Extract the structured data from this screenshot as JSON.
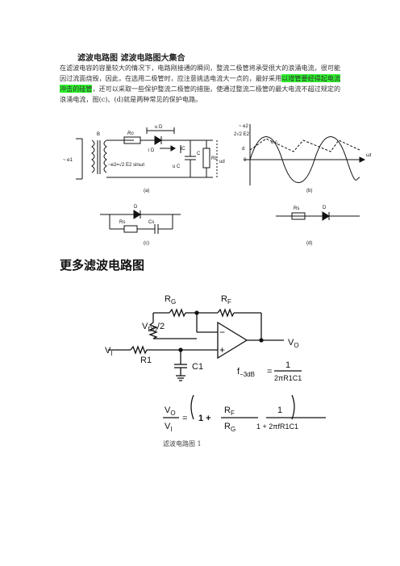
{
  "doc": {
    "heading1": "滤波电路图 滤波电路图大集合",
    "para_before": "在滤波电容的容量较大的情况下，电路刚接通的瞬间，整流二极管将承受很大的浪涌电流，很可能因过流面烧毁，因此，在选用二极管时，应注意挑选电流大一点的，最好采用",
    "para_highlight": "以增管要经得起电流冲击的硅管",
    "para_after": "，还可以采取一些保护整流二极管的措施，使通过整流二极管的最大电流不超过规定的浪涌电流，图(c)、(d)就是两种常见的保护电路。",
    "heading2": "更多滤波电路图",
    "caption": "滤波电路图 1"
  },
  "fig1": {
    "label_a": "(a)",
    "label_b": "(b)",
    "label_c": "(c)",
    "label_d": "(d)",
    "B": "B",
    "Ro": "Ro",
    "uD": "u D",
    "iD": "i D",
    "iC": "iC",
    "C": "C",
    "uC": "u C",
    "RL": "RL",
    "ud": "ud",
    "e1": "~ e1",
    "e2": "~e2=√2 E2 sinωt",
    "b_e2": "~ e2",
    "b_2e2": "2√2 E2",
    "b_uc": "u c",
    "b_d": "d",
    "b_0": "0",
    "b_wt": "ωt",
    "D": "D",
    "Rs": "Rs",
    "Cs": "Cs",
    "D2": "D",
    "Rs2": "Rs"
  },
  "fig2": {
    "RG": "R",
    "RG_sub": "G",
    "RF": "R",
    "RF_sub": "F",
    "VDD": "V",
    "VDD_sub": "DD",
    "VDD_div": "/2",
    "VI": "V",
    "VI_sub": "I",
    "R1": "R1",
    "C1": "C1",
    "VO": "V",
    "VO_sub": "O",
    "minus": "−",
    "plus": "+",
    "f3db": "f",
    "f3db_sub": "−3dB",
    "eq": "=",
    "num1": "1",
    "den1": "2πR1C1",
    "formula_lhs_num": "V",
    "formula_lhs_num_sub": "O",
    "formula_lhs_den": "V",
    "formula_lhs_den_sub": "I",
    "formula_one": "1 +",
    "formula_rf": "R",
    "formula_rf_sub": "F",
    "formula_rg": "R",
    "formula_rg_sub": "G",
    "formula_num2": "1",
    "formula_den2": "1 + 2πfR1C1"
  }
}
